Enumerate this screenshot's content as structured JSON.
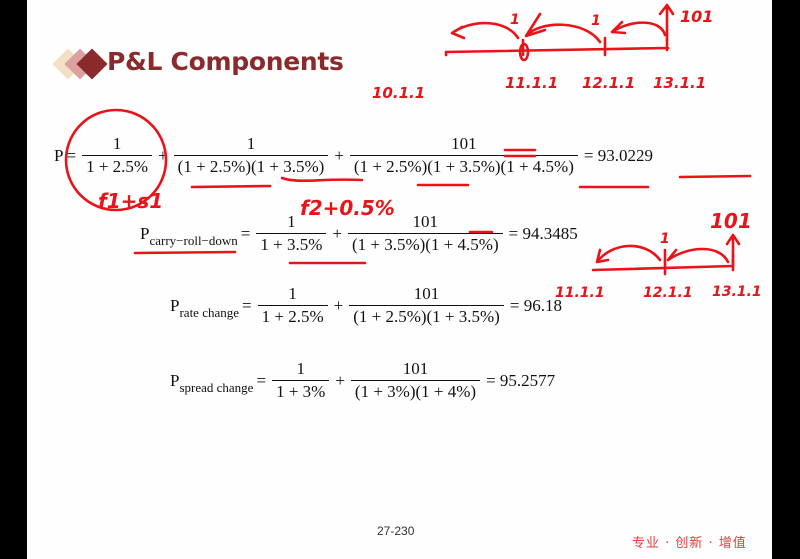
{
  "slide": {
    "title": "P&L Components",
    "page_number": "27-230",
    "motto": "专业 · 创新 · 增值",
    "accent_color": "#8b2a2c"
  },
  "equations": {
    "p": {
      "lhs": "P",
      "eq": "=",
      "t1_num": "1",
      "t1_den": "1 + 2.5%",
      "t2_num": "1",
      "t2_den": "(1 + 2.5%)(1 + 3.5%)",
      "t3_num": "101",
      "t3_den": "(1 + 2.5%)(1 + 3.5%)(1 + 4.5%)",
      "plus": "+",
      "result": "= 93.0229"
    },
    "carry": {
      "lhs": "P",
      "sub": "carry−roll−down",
      "eq": "=",
      "t1_num": "1",
      "t1_den": "1 + 3.5%",
      "t2_num": "101",
      "t2_den": "(1 + 3.5%)(1 + 4.5%)",
      "plus": "+",
      "result": "= 94.3485"
    },
    "rate": {
      "lhs": "P",
      "sub": "rate change",
      "eq": "=",
      "t1_num": "1",
      "t1_den": "1 + 2.5%",
      "t2_num": "101",
      "t2_den": "(1 + 2.5%)(1 + 3.5%)",
      "plus": "+",
      "result": "= 96.18"
    },
    "spread": {
      "lhs": "P",
      "sub": "spread change",
      "eq": "=",
      "t1_num": "1",
      "t1_den": "1 + 3%",
      "t2_num": "101",
      "t2_den": "(1 + 3%)(1 + 4%)",
      "plus": "+",
      "result": "= 95.2577"
    }
  },
  "annotations": {
    "top_dates": [
      "10.1.1",
      "11.1.1",
      "12.1.1",
      "13.1.1"
    ],
    "top_cashflows": [
      "1",
      "1",
      "101"
    ],
    "f1s1": "f1+s1",
    "f2": "f2+0.5%",
    "mid_dates": [
      "11.1.1",
      "12.1.1",
      "13.1.1"
    ],
    "mid_cashflows": [
      "1",
      "101"
    ]
  }
}
